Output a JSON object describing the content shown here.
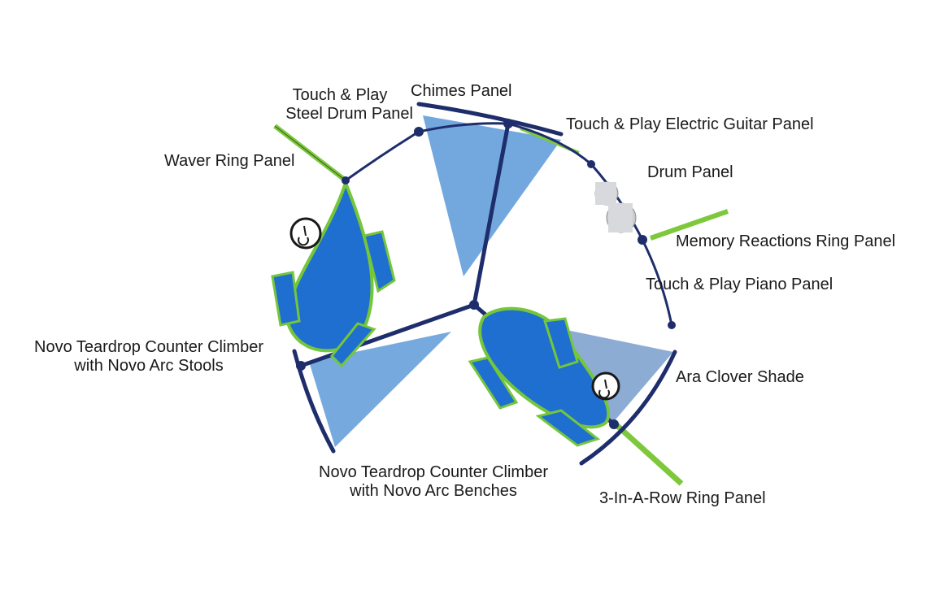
{
  "colors": {
    "frame": "#1e2d6b",
    "joint": "#1e2d6b",
    "shade": "#4f92d6",
    "shade_dark": "#3f74b8",
    "climber": "#1f6fd0",
    "climber_edge": "#74c63a",
    "panel_green": "#7ec83c",
    "drum": "#c9ccd0"
  },
  "labels": {
    "chimes": "Chimes Panel",
    "steel_drum_1": "Touch & Play",
    "steel_drum_2": "Steel Drum Panel",
    "guitar": "Touch & Play Electric Guitar Panel",
    "waver": "Waver Ring Panel",
    "drum": "Drum Panel",
    "memory": "Memory Reactions Ring Panel",
    "piano": "Touch & Play Piano Panel",
    "stools_1": "Novo Teardrop Counter Climber",
    "stools_2": "with Novo Arc Stools",
    "shade": "Ara Clover Shade",
    "benches_1": "Novo Teardrop Counter Climber",
    "benches_2": "with Novo Arc Benches",
    "three_row": "3-In-A-Row Ring Panel"
  },
  "icons": {
    "accessible_1": "wheelchair-accessible-icon",
    "accessible_2": "wheelchair-accessible-icon"
  }
}
